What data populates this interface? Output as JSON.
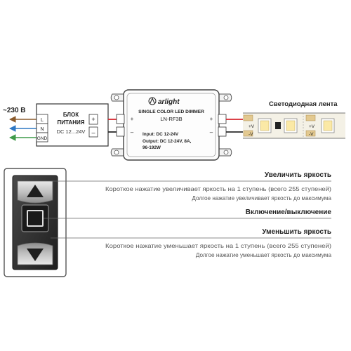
{
  "mains": {
    "voltage_label": "~230 В"
  },
  "psu": {
    "terminals": [
      "L",
      "N",
      "GND"
    ],
    "title_line1": "БЛОК",
    "title_line2": "ПИТАНИЯ",
    "voltage": "DC 12...24V",
    "plus": "+",
    "minus": "–"
  },
  "dimmer": {
    "brand": "arlight",
    "model_line1": "SINGLE COLOR LED DIMMER",
    "model_line2": "LN-RF3B",
    "input": "Input: DC 12-24V",
    "output_line1": "Output: DC 12-24V, 8A,",
    "output_line2": "96-192W",
    "in_plus": "+",
    "in_minus": "–",
    "out_plus": "+",
    "out_minus": "–"
  },
  "strip": {
    "title": "Светодиодная лента",
    "label_plus": "+V",
    "label_minus": "-V"
  },
  "remote": {
    "increase_title": "Увеличить яркость",
    "increase_desc1": "Короткое нажатие увеличивает яркость на 1 ступень (всего 255 ступеней)",
    "increase_desc2": "Долгое нажатие увеличивает яркость до максимума",
    "power_title": "Включение/выключение",
    "decrease_title": "Уменьшить яркость",
    "decrease_desc1": "Короткое нажатие уменьшает яркость на 1 ступень (всего 255 ступеней)",
    "decrease_desc2": "Долгое нажатие уменьшает яркость до максимума"
  },
  "colors": {
    "wire_red": "#d6262e",
    "wire_dark": "#2b2b2b",
    "arrow_brown": "#8a5a2b",
    "arrow_blue": "#2f78c4",
    "arrow_green": "#3f9b4a",
    "strip_fill": "#f4f1e6",
    "led_yellow": "#fbe9a6"
  }
}
